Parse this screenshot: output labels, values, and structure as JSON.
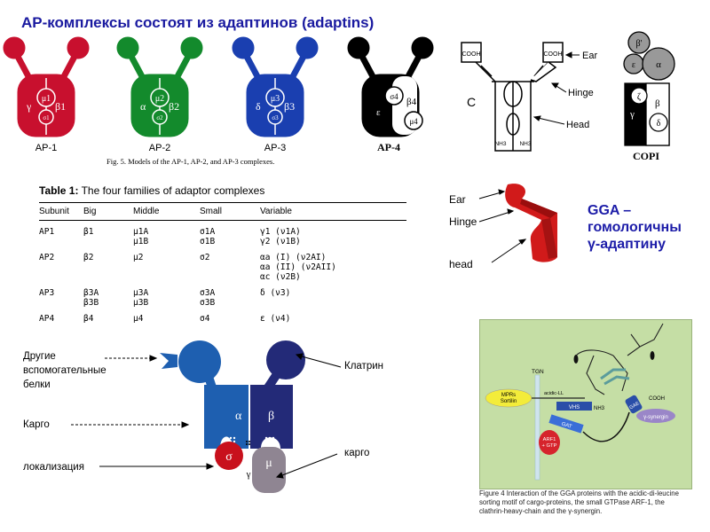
{
  "title": "АР-комплексы состоят из адаптинов (adaptins)",
  "ap_models": [
    {
      "label": "AP-1",
      "large_left": "γ",
      "large_right": "β1",
      "medium": "μ1",
      "small": "σ1",
      "color": "#c8102e"
    },
    {
      "label": "AP-2",
      "large_left": "α",
      "large_right": "β2",
      "medium": "μ2",
      "small": "σ2",
      "color": "#138a2c"
    },
    {
      "label": "AP-3",
      "large_left": "δ",
      "large_right": "β3",
      "medium": "μ3",
      "small": "σ3",
      "color": "#1a3fb0"
    },
    {
      "label": "AP-4",
      "large_left": "ε",
      "large_right": "β4",
      "medium": "μ4",
      "small": "σ4",
      "color": "#000000"
    }
  ],
  "fig5_caption": "Fig. 5. Models of the AP-1, AP-2, and AP-3 complexes.",
  "schematic": {
    "c_label": "C",
    "left_cooh": "COOH",
    "right_cooh": "COOH",
    "left_nh3": "NH3",
    "right_nh3": "NH3",
    "ear": "Ear",
    "hinge": "Hinge",
    "head": "Head"
  },
  "copi": {
    "label": "COPI",
    "beta_prime": "β'",
    "epsilon": "ε",
    "alpha": "α",
    "zeta": "ζ",
    "gamma": "γ",
    "beta": "β",
    "delta": "δ"
  },
  "table": {
    "title_bold": "Table 1:",
    "title_rest": " The four families of adaptor complexes",
    "headers": [
      "Subunit",
      "Big",
      "Middle",
      "Small",
      "Variable"
    ],
    "rows": [
      {
        "subunit": "AP1",
        "big": [
          "β1"
        ],
        "middle": [
          "μ1A",
          "μ1B"
        ],
        "small": [
          "σ1A",
          "σ1B"
        ],
        "variable": [
          "γ1 (ν1A)",
          "γ2 (ν1B)"
        ]
      },
      {
        "subunit": "AP2",
        "big": [
          "β2"
        ],
        "middle": [
          "μ2"
        ],
        "small": [
          "σ2"
        ],
        "variable": [
          "αa (I) (ν2AI)",
          "αa (II) (ν2AII)",
          "αc (ν2B)"
        ]
      },
      {
        "subunit": "AP3",
        "big": [
          "β3A",
          "β3B"
        ],
        "middle": [
          "μ3A",
          "μ3B"
        ],
        "small": [
          "σ3A",
          "σ3B"
        ],
        "variable": [
          "δ (ν3)"
        ]
      },
      {
        "subunit": "AP4",
        "big": [
          "β4"
        ],
        "middle": [
          "μ4"
        ],
        "small": [
          "σ4"
        ],
        "variable": [
          "ε (ν4)"
        ]
      }
    ]
  },
  "gga": {
    "ear": "Ear",
    "hinge": "Hinge",
    "head": "head",
    "title_lines": [
      "GGA –",
      "гомологичны",
      "γ-адаптину"
    ]
  },
  "bottom_left": {
    "other_proteins": [
      "Другие",
      "вспомогательные",
      "белки"
    ],
    "cargo": "Карго",
    "localization": "локализация",
    "clathrin": "Клатрин",
    "cargo_lower": "карго",
    "alpha": "α",
    "beta": "β",
    "sigma": "σ",
    "mu": "μ",
    "gamma": "γ"
  },
  "fig4": {
    "tgn": "TGN",
    "mpr": [
      "MPRs",
      "Sortilin"
    ],
    "acidic": "acidic-LL",
    "vhs": "VHS",
    "nh3": "NH3",
    "gat": "GAT",
    "arf": [
      "ARF1",
      "+ GTP"
    ],
    "gae": "GAE",
    "cooh": "COOH",
    "gsyn": "γ-synergin",
    "caption": [
      "Figure 4   Interaction of the GGA proteins with the acidic-di-leucine",
      "sorting motif of cargo-proteins, the small GTPase ARF-1, the",
      "clathrin-heavy-chain and the γ-synergin."
    ]
  },
  "colors": {
    "title": "#1a1aa0",
    "gga_red": "#d11a1a",
    "bl_blue": "#1e5fb0",
    "bl_navy": "#232a78",
    "bl_red": "#c8101c",
    "bl_gray": "#8f8592",
    "fig4_bg": "#c5dea5"
  }
}
